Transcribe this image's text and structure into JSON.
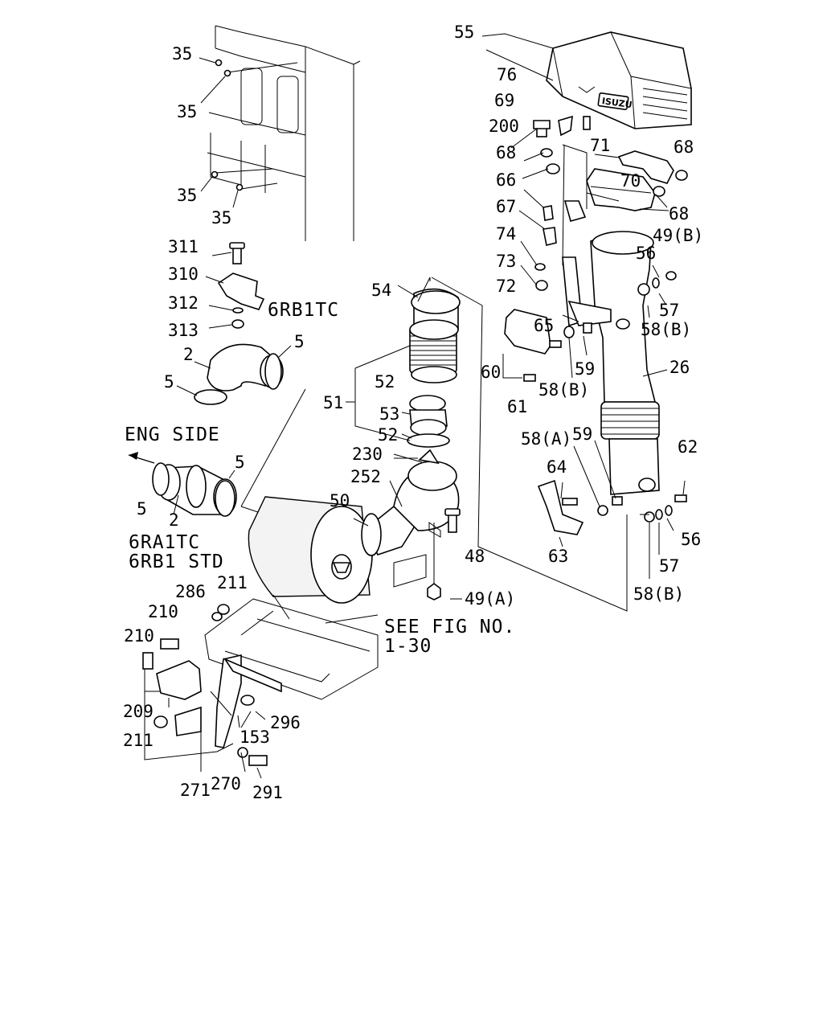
{
  "callouts": [
    {
      "id": "c35a",
      "text": "35"
    },
    {
      "id": "c35b",
      "text": "35"
    },
    {
      "id": "c35c",
      "text": "35"
    },
    {
      "id": "c35d",
      "text": "35"
    },
    {
      "id": "c311",
      "text": "311"
    },
    {
      "id": "c310",
      "text": "310"
    },
    {
      "id": "c312",
      "text": "312"
    },
    {
      "id": "c313",
      "text": "313"
    },
    {
      "id": "c2a",
      "text": "2"
    },
    {
      "id": "c5a",
      "text": "5"
    },
    {
      "id": "c5b",
      "text": "5"
    },
    {
      "id": "c5c",
      "text": "5"
    },
    {
      "id": "c5d",
      "text": "5"
    },
    {
      "id": "c2b",
      "text": "2"
    },
    {
      "id": "c54",
      "text": "54"
    },
    {
      "id": "c52a",
      "text": "52"
    },
    {
      "id": "c51",
      "text": "51"
    },
    {
      "id": "c53",
      "text": "53"
    },
    {
      "id": "c52b",
      "text": "52"
    },
    {
      "id": "c230",
      "text": "230"
    },
    {
      "id": "c252",
      "text": "252"
    },
    {
      "id": "c50",
      "text": "50"
    },
    {
      "id": "c48",
      "text": "48"
    },
    {
      "id": "c49A",
      "text": "49(A)"
    },
    {
      "id": "c55",
      "text": "55"
    },
    {
      "id": "c76",
      "text": "76"
    },
    {
      "id": "c69",
      "text": "69"
    },
    {
      "id": "c200",
      "text": "200"
    },
    {
      "id": "c68a",
      "text": "68"
    },
    {
      "id": "c71",
      "text": "71"
    },
    {
      "id": "c68b",
      "text": "68"
    },
    {
      "id": "c66",
      "text": "66"
    },
    {
      "id": "c70",
      "text": "70"
    },
    {
      "id": "c68c",
      "text": "68"
    },
    {
      "id": "c67",
      "text": "67"
    },
    {
      "id": "c49B",
      "text": "49(B)"
    },
    {
      "id": "c74",
      "text": "74"
    },
    {
      "id": "c56a",
      "text": "56"
    },
    {
      "id": "c73",
      "text": "73"
    },
    {
      "id": "c72",
      "text": "72"
    },
    {
      "id": "c57a",
      "text": "57"
    },
    {
      "id": "c65",
      "text": "65"
    },
    {
      "id": "c58Ba",
      "text": "58(B)"
    },
    {
      "id": "c60",
      "text": "60"
    },
    {
      "id": "c59a",
      "text": "59"
    },
    {
      "id": "c26",
      "text": "26"
    },
    {
      "id": "c58Bb",
      "text": "58(B)"
    },
    {
      "id": "c61",
      "text": "61"
    },
    {
      "id": "c58A",
      "text": "58(A)"
    },
    {
      "id": "c59b",
      "text": "59"
    },
    {
      "id": "c62",
      "text": "62"
    },
    {
      "id": "c64",
      "text": "64"
    },
    {
      "id": "c56b",
      "text": "56"
    },
    {
      "id": "c63",
      "text": "63"
    },
    {
      "id": "c57b",
      "text": "57"
    },
    {
      "id": "c58Bc",
      "text": "58(B)"
    },
    {
      "id": "c286",
      "text": "286"
    },
    {
      "id": "c211a",
      "text": "211"
    },
    {
      "id": "c210a",
      "text": "210"
    },
    {
      "id": "c210b",
      "text": "210"
    },
    {
      "id": "c209",
      "text": "209"
    },
    {
      "id": "c211b",
      "text": "211"
    },
    {
      "id": "c296",
      "text": "296"
    },
    {
      "id": "c153",
      "text": "153"
    },
    {
      "id": "c271",
      "text": "271"
    },
    {
      "id": "c270",
      "text": "270"
    },
    {
      "id": "c291",
      "text": "291"
    }
  ],
  "notes": {
    "engine_6rb1tc": "6RB1TC",
    "eng_side": "ENG SIDE",
    "engine_6ra1tc": "6RA1TC",
    "engine_6rb1_std": "6RB1 STD",
    "see_fig": "SEE FIG NO.",
    "fig_ref": "1-30"
  },
  "badge": {
    "logo": "ISUZU"
  }
}
